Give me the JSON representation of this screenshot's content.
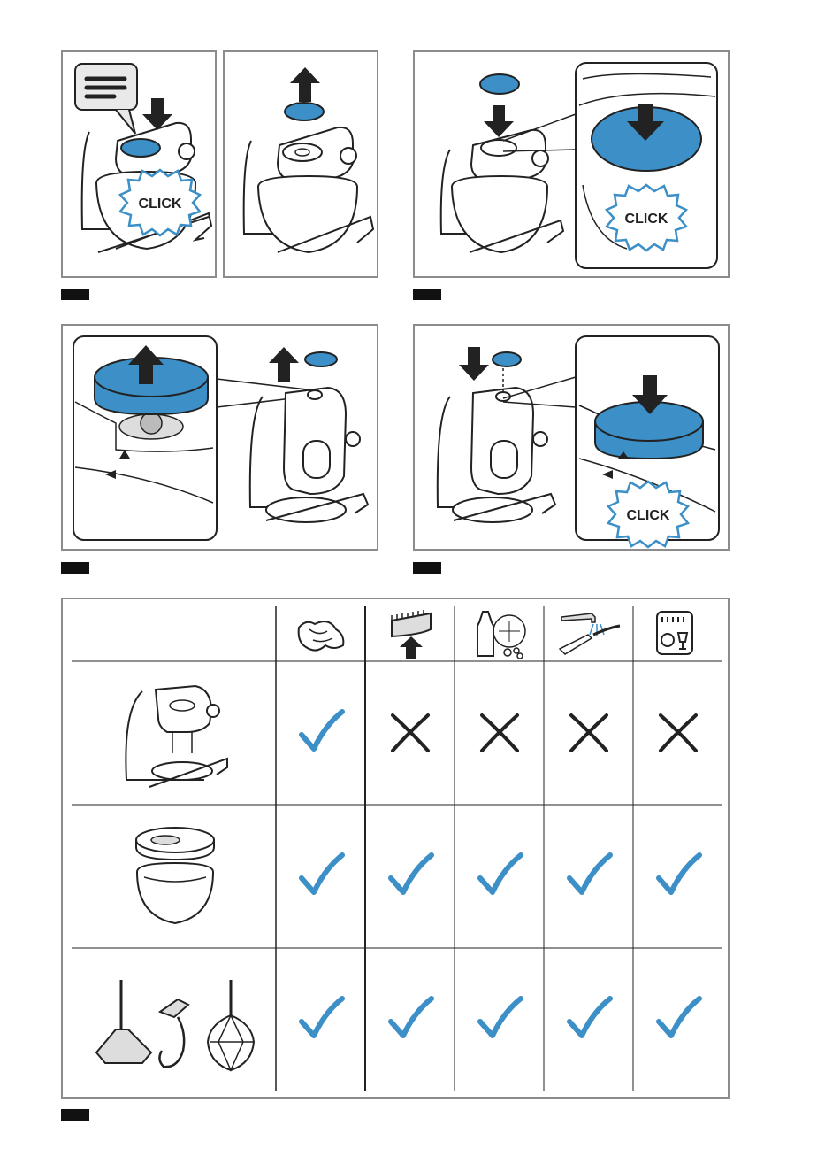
{
  "panels": {
    "p1": {
      "click_label": "CLICK"
    },
    "p2": {
      "click_label": "CLICK"
    },
    "p4": {
      "click_label": "CLICK"
    }
  },
  "table": {
    "columns": [
      {
        "icon": "damp-cloth-icon"
      },
      {
        "icon": "scouring-sponge-icon"
      },
      {
        "icon": "detergent-icon"
      },
      {
        "icon": "running-water-brush-icon"
      },
      {
        "icon": "dishwasher-icon"
      }
    ],
    "rows": [
      {
        "item": "base-unit-icon",
        "marks": [
          "check",
          "cross",
          "cross",
          "cross",
          "cross"
        ]
      },
      {
        "item": "bowl-and-lid-icon",
        "marks": [
          "check",
          "check",
          "check",
          "check",
          "check"
        ]
      },
      {
        "item": "attachments-icon",
        "marks": [
          "check",
          "check",
          "check",
          "check",
          "check"
        ]
      }
    ]
  },
  "colors": {
    "accent_blue": "#3c8fc7",
    "frame_gray": "#8c8c8c",
    "line": "#222222",
    "label_bar": "#111111"
  }
}
